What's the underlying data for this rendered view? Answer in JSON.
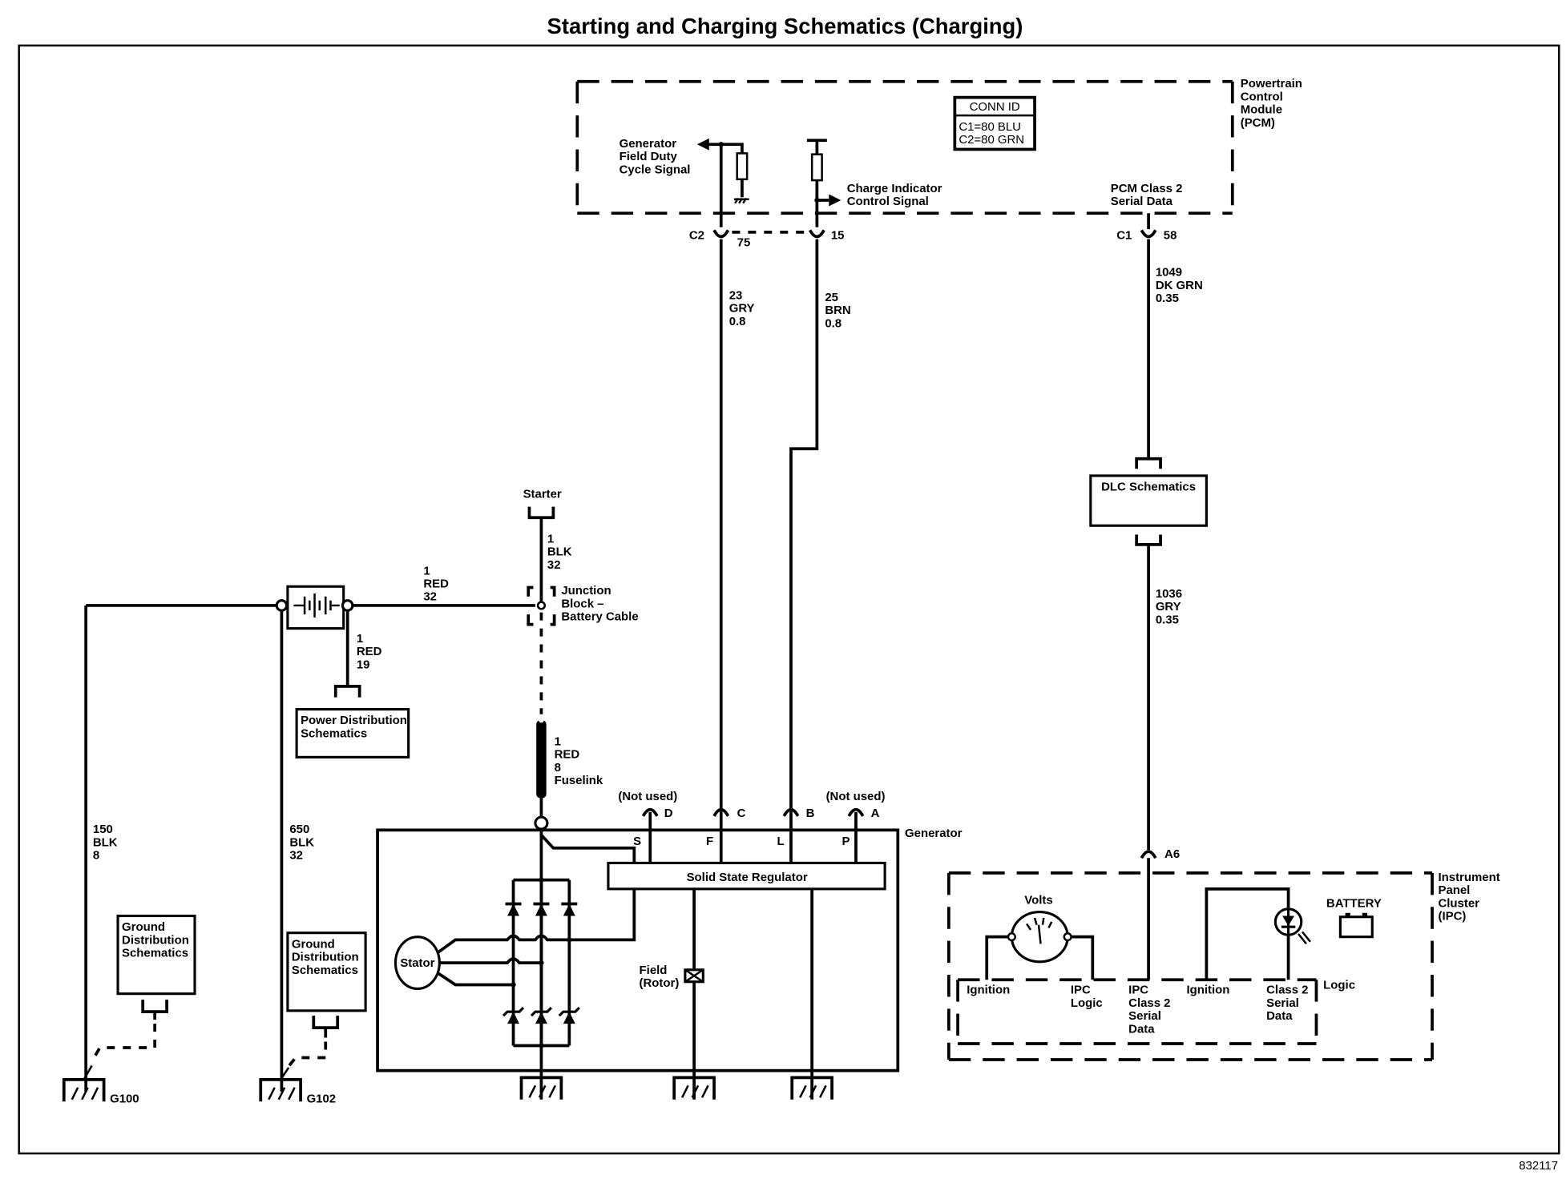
{
  "title": "Starting and Charging Schematics (Charging)",
  "figure_id": "832117",
  "pcm": {
    "name_lines": [
      "Powertrain",
      "Control",
      "Module",
      "(PCM)"
    ],
    "conn_id": {
      "header": "CONN ID",
      "lines": [
        "C1=80 BLU",
        "C2=80 GRN"
      ]
    },
    "gen_field_signal": [
      "Generator",
      "Field Duty",
      "Cycle Signal"
    ],
    "charge_indicator": [
      "Charge Indicator",
      "Control Signal"
    ],
    "class2": [
      "PCM Class 2",
      "Serial Data"
    ],
    "c2_label": "C2",
    "c2_pin_75": "75",
    "c2_pin_15": "15",
    "c1_label": "C1",
    "c1_pin": "58"
  },
  "wires": {
    "w23": [
      "23",
      "GRY",
      "0.8"
    ],
    "w25": [
      "25",
      "BRN",
      "0.8"
    ],
    "w1049": [
      "1049",
      "DK GRN",
      "0.35"
    ],
    "w1036": [
      "1036",
      "GRY",
      "0.35"
    ],
    "w1_blk": [
      "1",
      "BLK",
      "32"
    ],
    "w1_red32": [
      "1",
      "RED",
      "32"
    ],
    "w1_red19": [
      "1",
      "RED",
      "19"
    ],
    "w1_red8": [
      "1",
      "RED",
      "8",
      "Fuselink"
    ],
    "w150": [
      "150",
      "BLK",
      "8"
    ],
    "w650": [
      "650",
      "BLK",
      "32"
    ]
  },
  "starter": "Starter",
  "junction_block": [
    "Junction",
    "Block –",
    "Battery Cable"
  ],
  "power_dist": [
    "Power Distribution",
    "Schematics"
  ],
  "ground_dist": [
    "Ground",
    "Distribution",
    "Schematics"
  ],
  "grounds": {
    "g100": "G100",
    "g102": "G102"
  },
  "dlc": "DLC Schematics",
  "generator": {
    "name": "Generator",
    "not_used": "(Not used)",
    "pins": [
      {
        "conn": "D",
        "term": "S"
      },
      {
        "conn": "C",
        "term": "F"
      },
      {
        "conn": "B",
        "term": "L"
      },
      {
        "conn": "A",
        "term": "P"
      }
    ],
    "regulator": "Solid State Regulator",
    "stator": "Stator",
    "field": [
      "Field",
      "(Rotor)"
    ]
  },
  "ipc": {
    "name_lines": [
      "Instrument",
      "Panel",
      "Cluster",
      "(IPC)"
    ],
    "connector": "A6",
    "volts": "Volts",
    "battery": "BATTERY",
    "logic": "Logic",
    "terminals": {
      "ignition1": "Ignition",
      "ipc_logic": [
        "IPC",
        "Logic"
      ],
      "ipc_class2": [
        "IPC",
        "Class 2",
        "Serial",
        "Data"
      ],
      "ignition2": "Ignition",
      "class2": [
        "Class 2",
        "Serial",
        "Data"
      ]
    }
  }
}
